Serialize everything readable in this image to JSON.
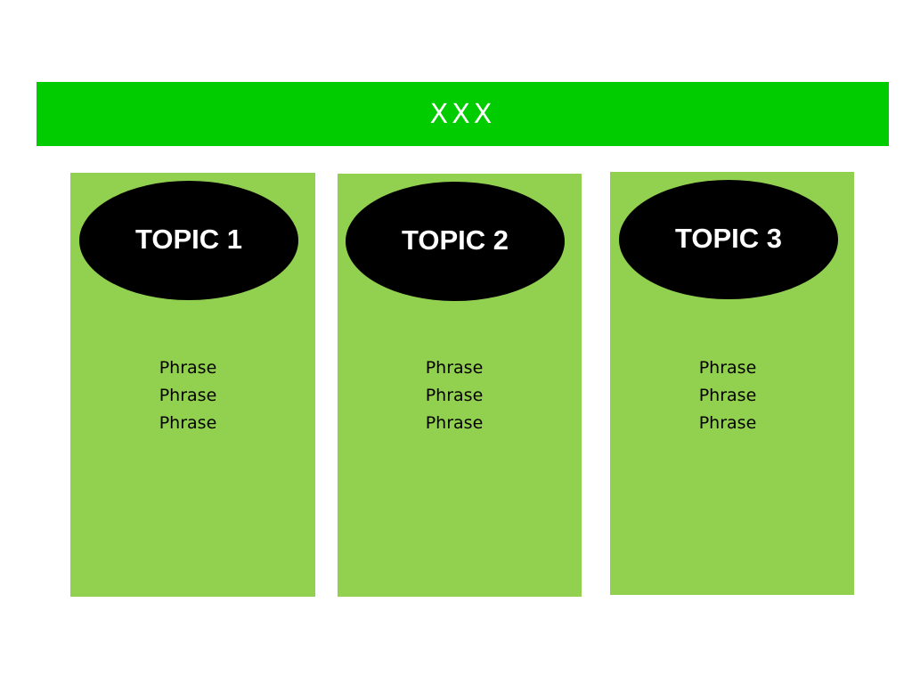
{
  "banner": {
    "title": "XXX",
    "color": "#00cc00"
  },
  "colors": {
    "column": "#92d050",
    "ellipse": "#000000",
    "topic_text": "#ffffff",
    "phrase_text": "#000000"
  },
  "topics": [
    {
      "label": "TOPIC 1",
      "phrases": [
        "Phrase",
        "Phrase",
        "Phrase"
      ]
    },
    {
      "label": "TOPIC 2",
      "phrases": [
        "Phrase",
        "Phrase",
        "Phrase"
      ]
    },
    {
      "label": "TOPIC 3",
      "phrases": [
        "Phrase",
        "Phrase",
        "Phrase"
      ]
    }
  ]
}
